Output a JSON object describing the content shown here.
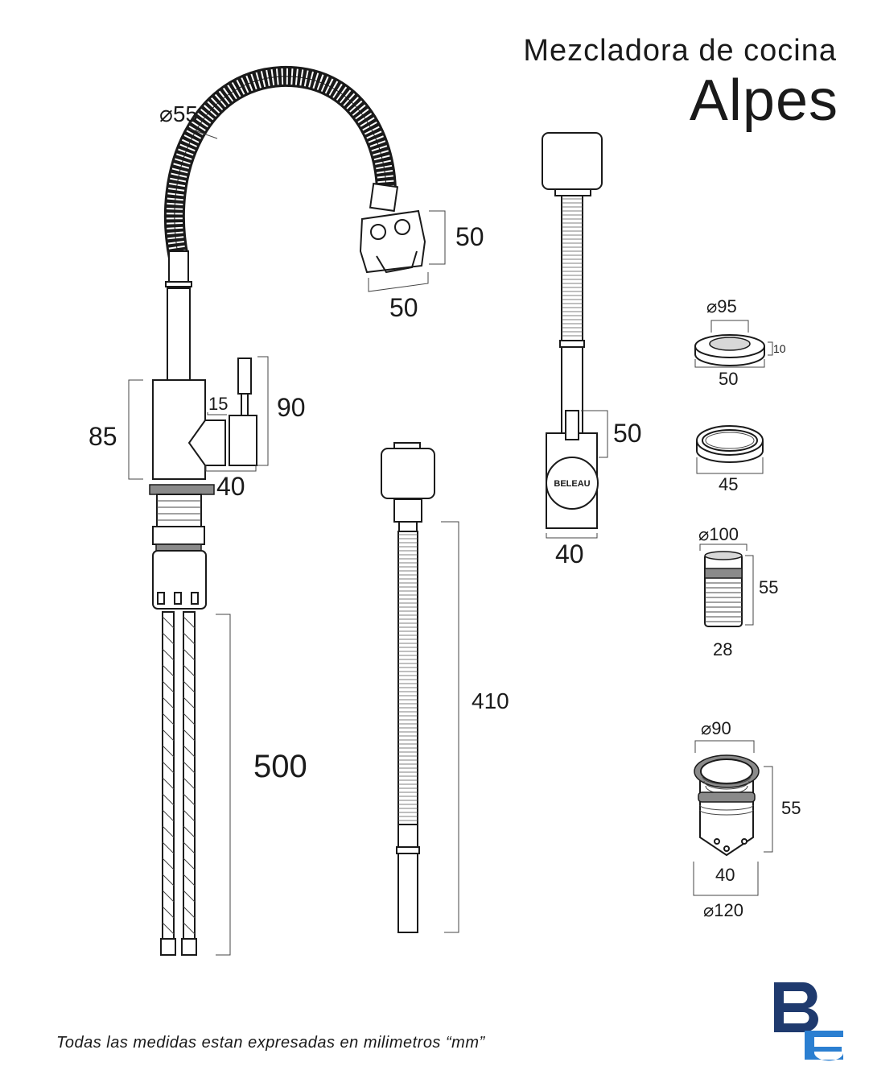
{
  "header": {
    "subtitle": "Mezcladora de cocina",
    "title": "Alpes"
  },
  "dimensions": {
    "hose_diameter": "⌀55",
    "spray_head_height": "50",
    "spray_head_width": "50",
    "body_height": "85",
    "lever_offset": "15",
    "lever_height": "90",
    "body_base_width": "40",
    "supply_hose_length": "500",
    "side_hose_length": "410",
    "side_handle_height": "50",
    "side_base_width": "40",
    "ring_diameter": "⌀95",
    "ring_thickness": "10",
    "ring_width": "50",
    "washer_width": "45",
    "nut_diameter": "⌀100",
    "nut_height": "55",
    "nut_width": "28",
    "nut2_diameter": "⌀90",
    "nut2_height": "55",
    "nut2_width": "40",
    "nut2_base_diameter": "⌀120"
  },
  "badge_text": "BELEAU",
  "footer": {
    "note": "Todas las medidas estan expresadas en milimetros “mm”"
  },
  "logo": {
    "letters": "BE",
    "color_b": "#1f3a6e",
    "color_e": "#2b7fd1"
  }
}
